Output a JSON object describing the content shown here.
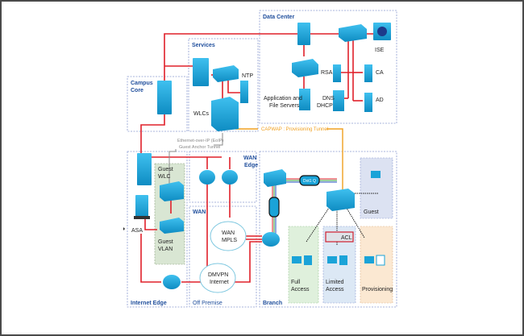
{
  "diagram": {
    "zones": {
      "data_center": "Data Center",
      "services": "Services",
      "campus_core": "Campus Core",
      "campus_core_line1": "Campus",
      "campus_core_line2": "Core",
      "wan_edge_line1": "WAN",
      "wan_edge_line2": "Edge",
      "wan": "WAN",
      "internet_edge": "Internet Edge",
      "off_premise": "Off Premise",
      "branch": "Branch"
    },
    "devices": {
      "ise": "ISE",
      "rsa": "RSA",
      "ca": "CA",
      "ad": "AD",
      "dns": "DNS",
      "dhcp": "DHCP",
      "app_servers_line1": "Application and",
      "app_servers_line2": "File Servers",
      "ntp": "NTP",
      "wlcs": "WLCs",
      "asa": "ASA",
      "guest_wlc_line1": "Guest",
      "guest_wlc_line2": "WLC",
      "guest_vlan_line1": "Guest",
      "guest_vlan_line2": "VLAN",
      "wan_mpls_line1": "WAN",
      "wan_mpls_line2": "MPLS",
      "dmvpn_line1": "DMVPN",
      "dmvpn_line2": "Internet",
      "dot1q": "Dot1 Q",
      "acl": "ACL",
      "guest": "Guest",
      "full_access_line1": "Full",
      "full_access_line2": "Access",
      "limited_access_line1": "Limited",
      "limited_access_line2": "Access",
      "provisioning": "Provisioning"
    },
    "tunnels": {
      "capwap": "CAPWAP : Provisioning Tunnel",
      "eoip_line1": "Ethernet-over-IP (EoIP)",
      "eoip_line2": "Guest Anchor Tunnel"
    },
    "colors": {
      "link": "#e0202a",
      "capwap": "#f0a020",
      "eoip": "#888888",
      "zone_border": "#8a9bd0",
      "device": "#1aa3d8",
      "guest_zone": "#dce7f4",
      "full_access_zone": "#dff0dc",
      "limited_access_zone": "#dce8f5",
      "provisioning_zone": "#fbe8d2",
      "guest_vlan_zone": "#d9e6d3"
    }
  }
}
